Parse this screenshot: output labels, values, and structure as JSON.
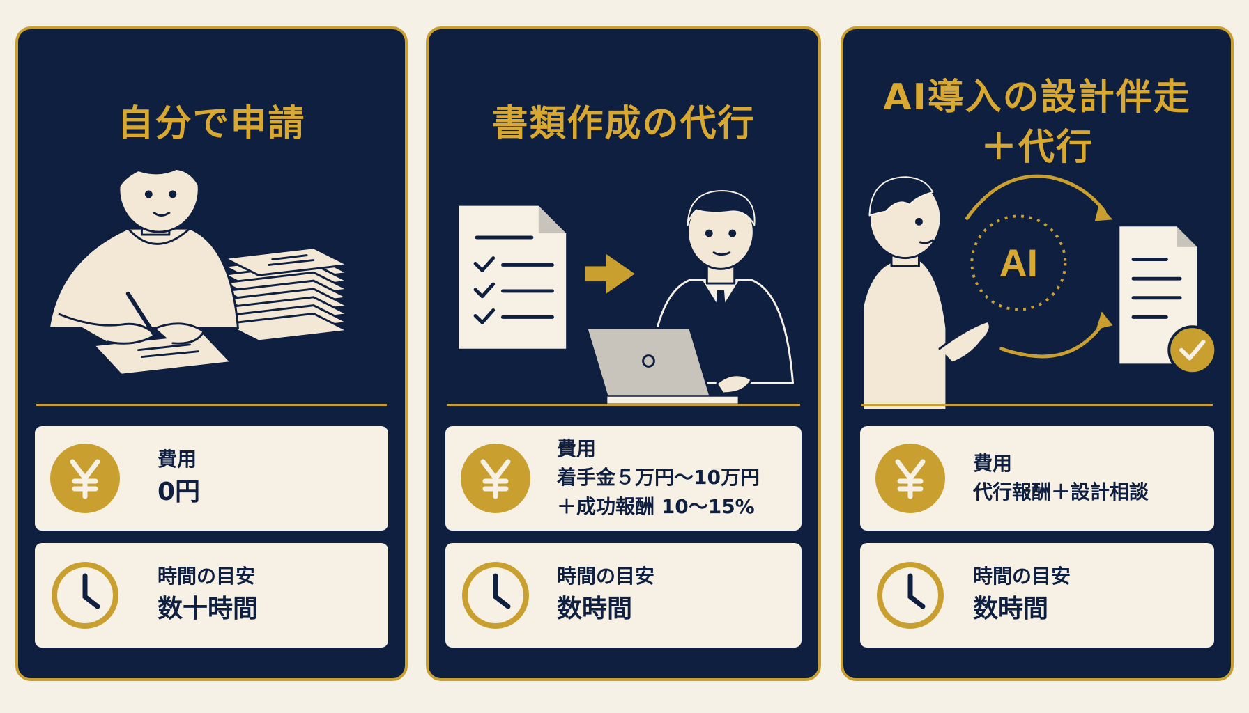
{
  "cards": [
    {
      "title": "自分で申請",
      "cost_label": "費用",
      "cost_value": "0円",
      "time_label": "時間の目安",
      "time_value": "数十時間"
    },
    {
      "title": "書類作成の代行",
      "cost_label": "費用",
      "cost_value_line1": "着手金５万円〜10万円",
      "cost_value_line2": "＋成功報酬 10〜15%",
      "time_label": "時間の目安",
      "time_value": "数時間"
    },
    {
      "title_line1": "AI導入の設計伴走",
      "title_line2": "＋代行",
      "ai_badge": "AI",
      "cost_label": "費用",
      "cost_value": "代行報酬＋設計相談",
      "time_label": "時間の目安",
      "time_value": "数時間"
    }
  ],
  "icons": {
    "cost": "yen-coin-icon",
    "time": "clock-icon"
  },
  "colors": {
    "navy": "#0f1f40",
    "gold": "#c9a030",
    "cream": "#f7f1e5",
    "background": "#f6f1e7"
  }
}
